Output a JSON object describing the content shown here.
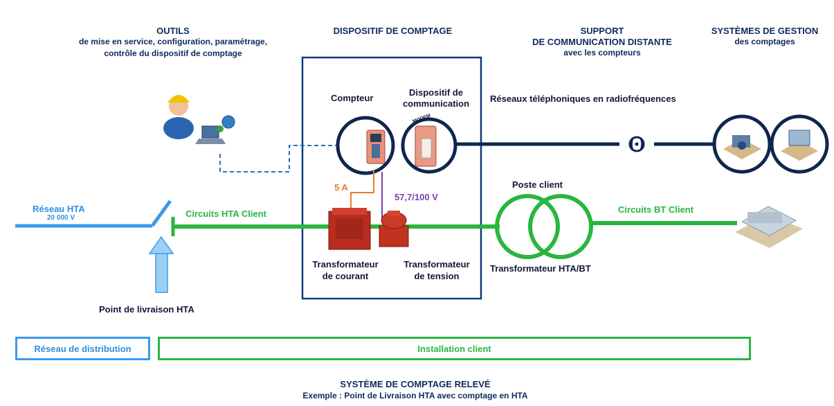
{
  "header": {
    "outils_title": "OUTILS",
    "outils_line1": "de mise en service, configuration, paramétrage,",
    "outils_line2": "contrôle du dispositif de comptage",
    "dispositif_title": "DISPOSITIF DE COMPTAGE",
    "support_line1": "SUPPORT",
    "support_line2": "DE COMMUNICATION  DISTANTE",
    "support_line3": "avec les compteurs",
    "systemes_line1": "SYSTÈMES DE GESTION",
    "systemes_line2": "des comptages"
  },
  "labels": {
    "compteur": "Compteur",
    "dispositif_comm_line1": "Dispositif de",
    "dispositif_comm_line2": "communication",
    "modem": "MODEM",
    "reseaux_tel": "Réseaux téléphoniques en radiofréquences",
    "current_5a": "5 A",
    "voltage": "57,7/100 V",
    "poste_client": "Poste client",
    "reseau_hta": "Réseau HTA",
    "reseau_hta_voltage": "20 000 V",
    "circuits_hta_client": "Circuits HTA Client",
    "circuits_bt_client": "Circuits BT Client",
    "transfo_courant_line1": "Transformateur",
    "transfo_courant_line2": "de courant",
    "transfo_tension_line1": "Transformateur",
    "transfo_tension_line2": "de tension",
    "transfo_hta_bt": "Transformateur HTA/BT",
    "point_livraison": "Point de livraison HTA"
  },
  "zones": {
    "reseau_distribution": "Réseau de distribution",
    "installation_client": "Installation client"
  },
  "footer": {
    "title": "SYSTÈME DE COMPTAGE RELEVÉ",
    "subtitle": "Exemple : Point de Livraison HTA avec comptage en HTA"
  },
  "colors": {
    "navy": "#0e2a5c",
    "hta_blue": "#3b9ae8",
    "client_green": "#2bb540",
    "orange_wire": "#e87a2e",
    "purple_wire": "#7b3fa6",
    "transformer_red": "#b82d1e"
  },
  "icons": [
    "technician-icon",
    "laptop-network-icon",
    "meter-icon",
    "modem-icon",
    "radio-signal-icon",
    "management-office-icon",
    "computer-terminal-icon",
    "current-transformer-icon",
    "voltage-transformer-icon",
    "building-icon",
    "switch-icon",
    "delivery-arrow-icon"
  ]
}
